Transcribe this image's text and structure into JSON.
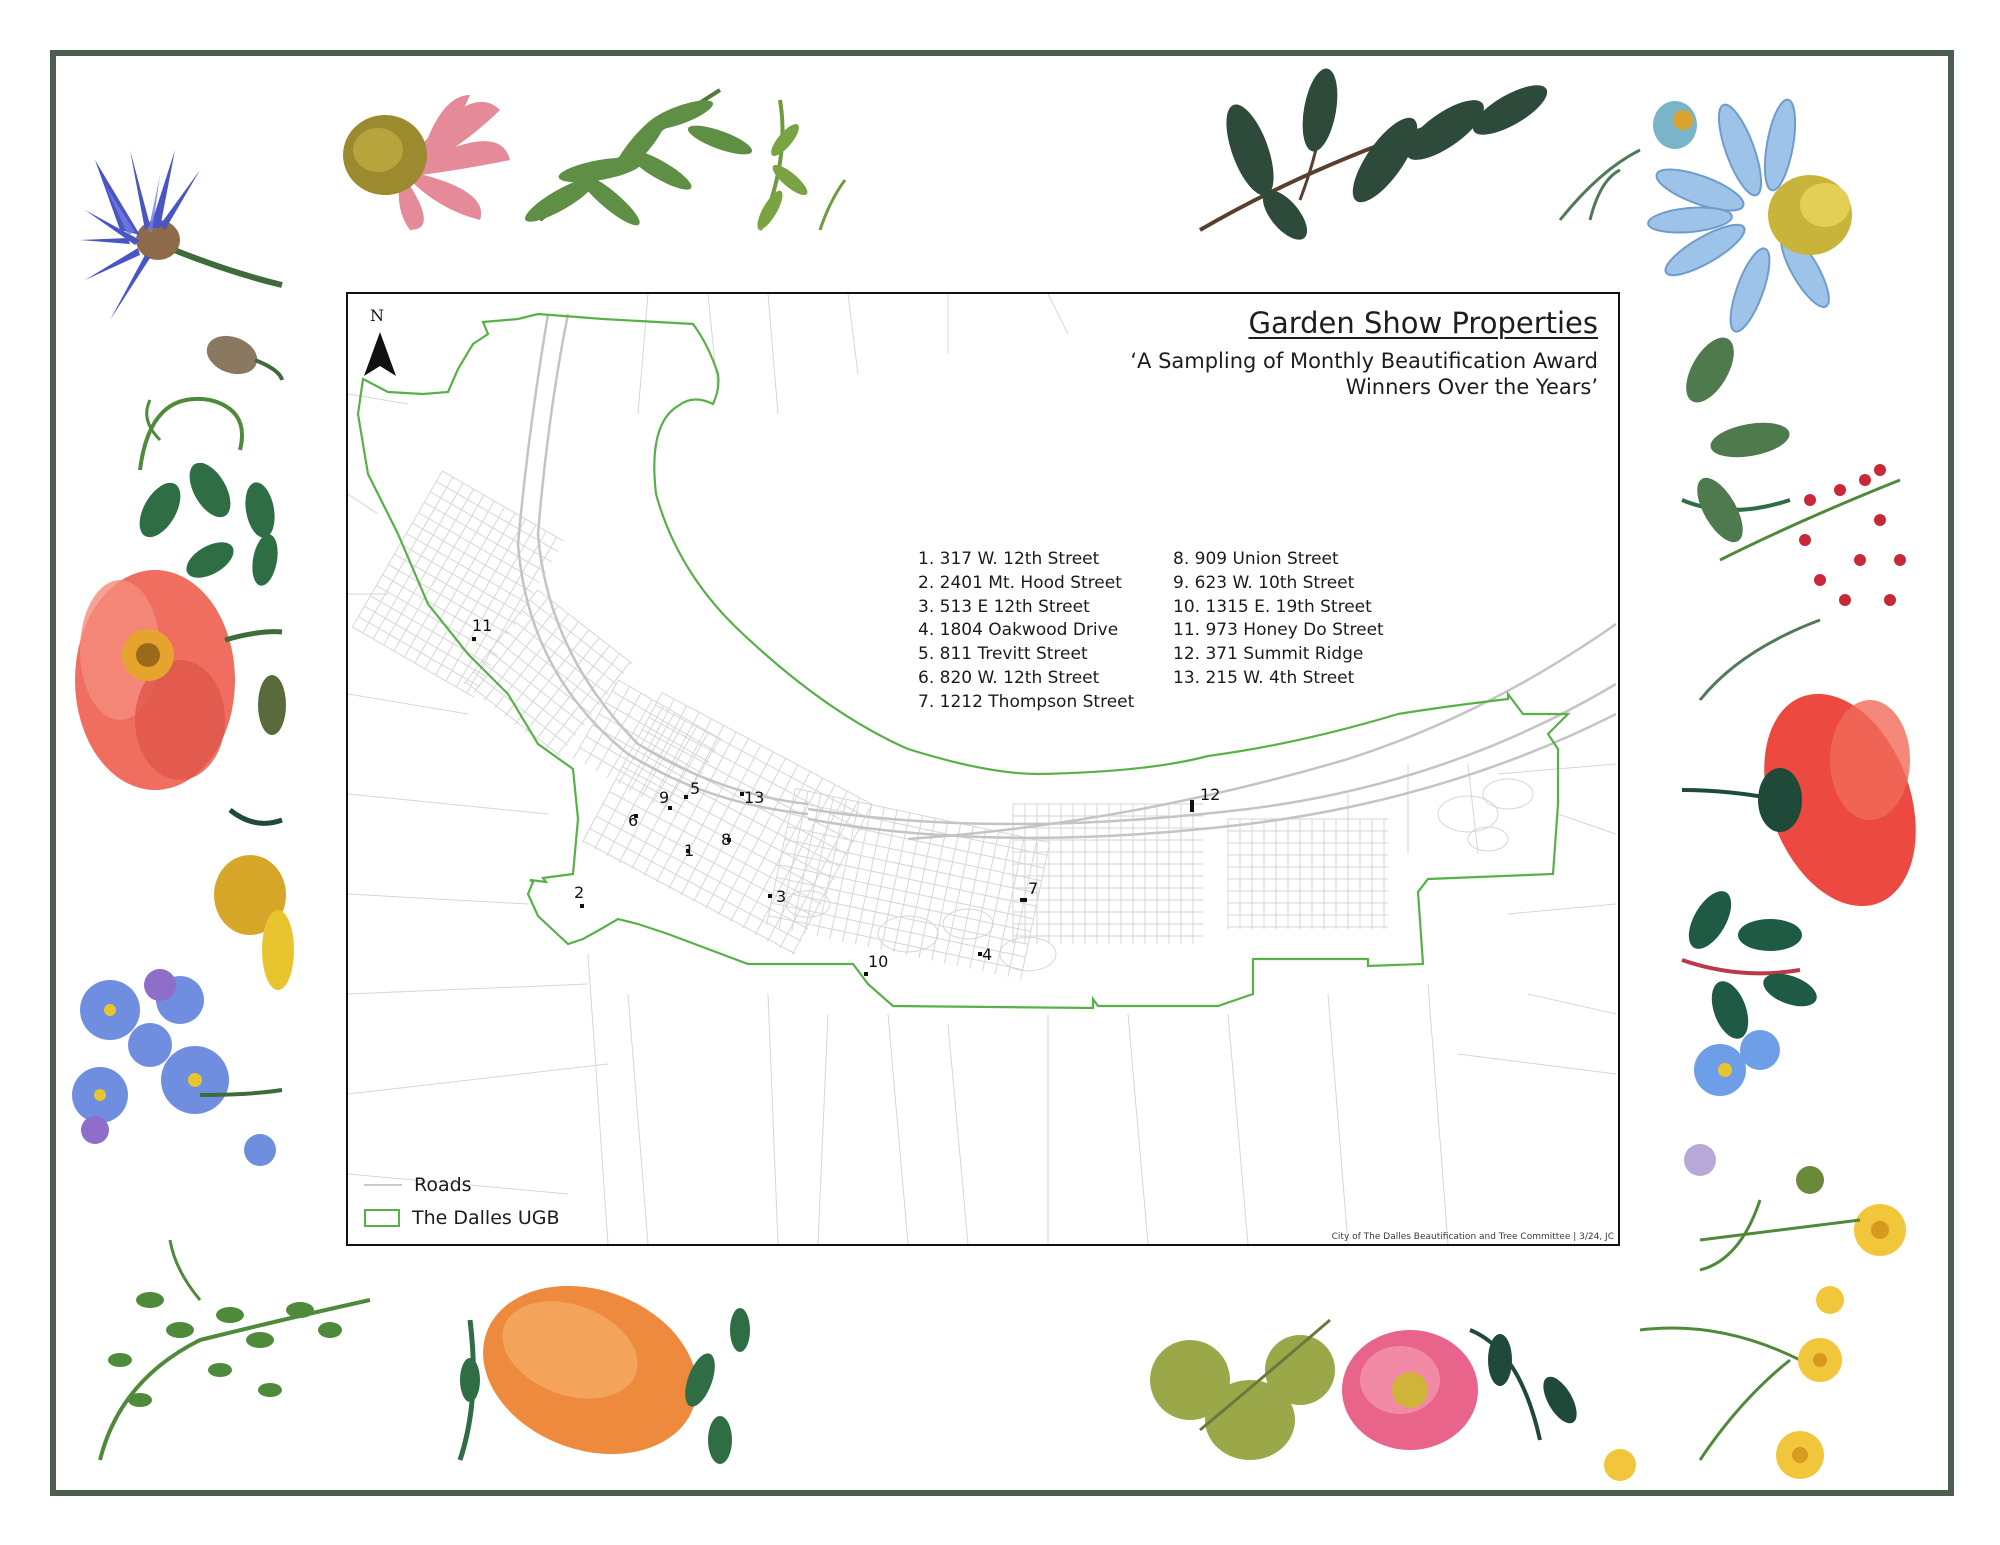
{
  "map": {
    "title": "Garden Show Properties",
    "subtitle": "‘A Sampling of Monthly Beautification Award Winners Over the Years’",
    "north_label": "N",
    "credit": "City of The Dalles Beautification and Tree Committee | 3/24, JC",
    "legend": [
      {
        "label": "Roads",
        "symbol": "line",
        "color": "#c9c9c9"
      },
      {
        "label": "The Dalles UGB",
        "symbol": "box",
        "color": "#58b048"
      }
    ],
    "addresses_left": [
      "1. 317 W. 12th Street",
      "2. 2401 Mt. Hood Street",
      "3. 513 E 12th Street",
      "4. 1804 Oakwood Drive",
      "5. 811 Trevitt Street",
      "6. 820 W. 12th Street",
      "7. 1212 Thompson Street"
    ],
    "addresses_right": [
      "8. 909 Union Street",
      "9. 623 W. 10th Street",
      "10. 1315 E. 19th Street",
      "11. 973 Honey Do Street",
      "12. 371 Summit Ridge",
      "13. 215 W. 4th Street"
    ],
    "site_labels": [
      "1",
      "2",
      "3",
      "4",
      "5",
      "6",
      "7",
      "8",
      "9",
      "10",
      "11",
      "12",
      "13"
    ]
  },
  "colors": {
    "frame": "#4b5e4f",
    "boundary": "#58b048",
    "roads": "#d6d6d6",
    "sites": "#111111"
  },
  "decor_icons": [
    "cornflower-icon",
    "coneflower-icon",
    "fern-icon",
    "eucalyptus-icon",
    "daisy-icon",
    "sweet-pea-icon",
    "poppy-icon",
    "red-berries-icon",
    "red-poppy-icon",
    "buttercup-icon",
    "forget-me-not-icon",
    "marigold-icon",
    "vine-icon",
    "oak-leaf-icon",
    "pink-aster-icon",
    "yellow-flower-icon"
  ]
}
